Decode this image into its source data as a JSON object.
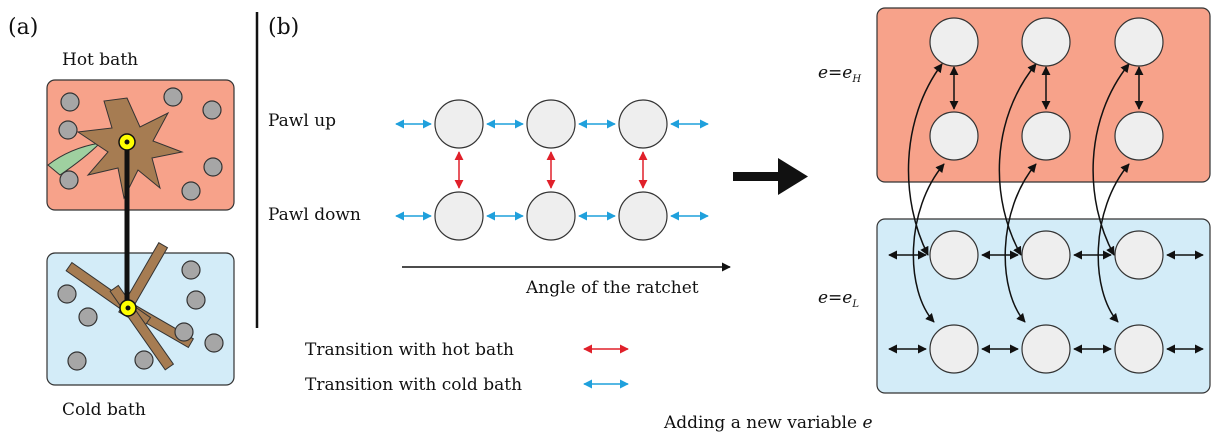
{
  "panel_a": {
    "label": "(a)",
    "hot_bath_label": "Hot bath",
    "cold_bath_label": "Cold bath"
  },
  "panel_b": {
    "label": "(b)",
    "pawl_up_label": "Pawl up",
    "pawl_down_label": "Pawl down",
    "axis_label": "Angle of the ratchet",
    "legend": [
      {
        "label": "Transition with hot bath",
        "color": "#e0202a"
      },
      {
        "label": "Transition with cold bath",
        "color": "#1fa0dc"
      }
    ]
  },
  "panel_c": {
    "var_label_hot": "e=e",
    "var_sub_hot": "H",
    "var_label_cold": "e=e",
    "var_sub_cold": "L",
    "caption_prefix": "Adding a new variable ",
    "caption_var": "e"
  },
  "colors": {
    "hot_bath": "#f7a28a",
    "cold_bath": "#d3ecf8",
    "ratchet": "#a67c52",
    "pawl": "#9fd0a0",
    "axle": "#ffff00",
    "hot_arrow": "#e0202a",
    "cold_arrow": "#1fa0dc"
  }
}
